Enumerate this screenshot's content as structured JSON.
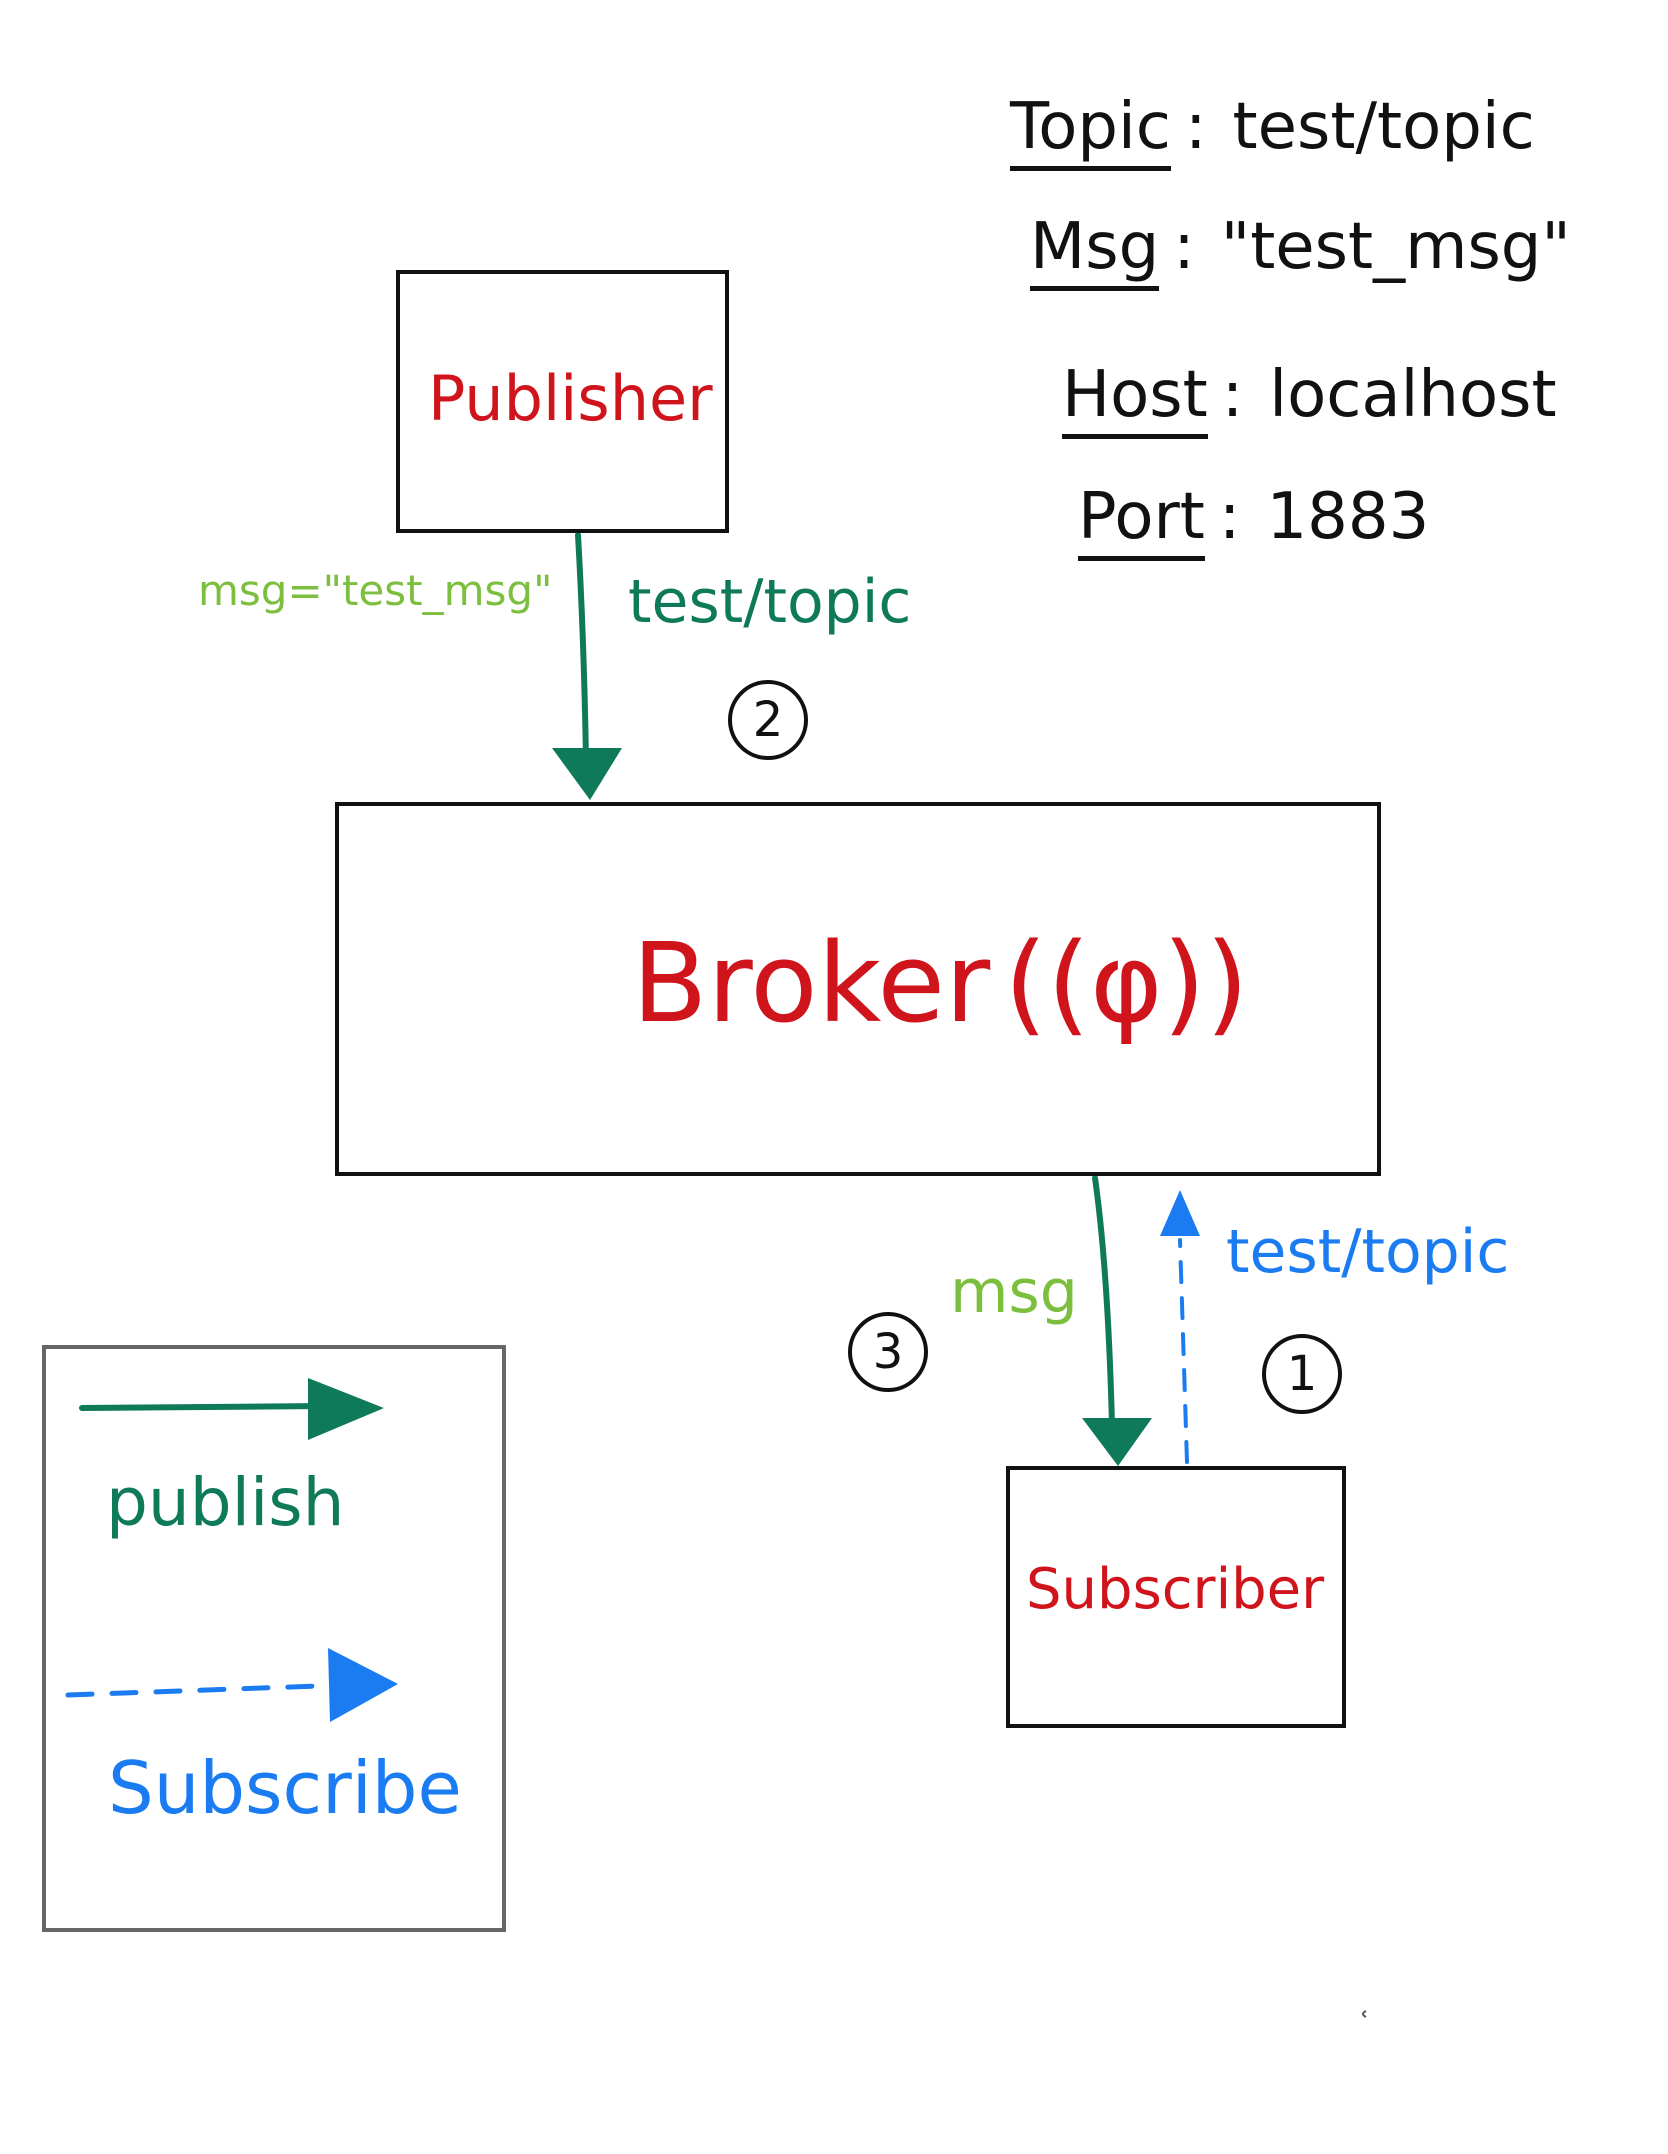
{
  "nodes": {
    "publisher": "Publisher",
    "broker": "Broker",
    "broker_icon": "((φ))",
    "subscriber": "Subscriber"
  },
  "info": {
    "topic_key": "Topic",
    "topic_value": "test/topic",
    "msg_key": "Msg",
    "msg_value": "\"test_msg\"",
    "host_key": "Host",
    "host_value": "localhost",
    "port_key": "Port",
    "port_value": "1883",
    "separator": ":"
  },
  "edges": {
    "publish_msg": "msg=\"test_msg\"",
    "publish_topic": "test/topic",
    "publish_step": "2",
    "deliver_msg": "msg",
    "deliver_step": "3",
    "subscribe_topic": "test/topic",
    "subscribe_step": "1"
  },
  "legend": {
    "publish": "publish",
    "subscribe": "Subscribe"
  },
  "colors": {
    "node_text": "#d0141c",
    "publish_arrow": "#0f7a5a",
    "msg_label": "#7cbf3f",
    "subscribe_arrow": "#1a7cf0",
    "outline": "#111111",
    "legend_border": "#666666"
  }
}
